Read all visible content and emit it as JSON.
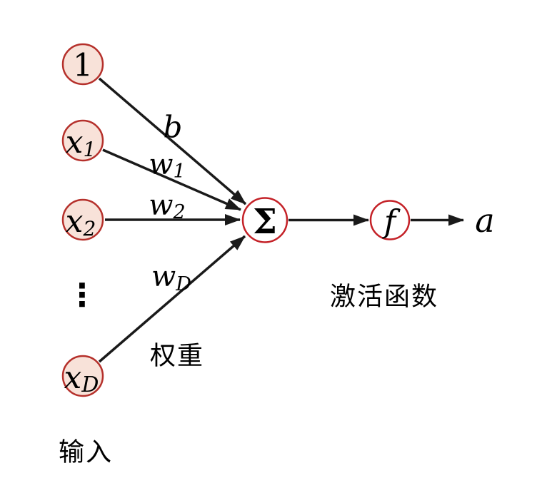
{
  "diagram": {
    "nodes": {
      "bias": {
        "label": "1"
      },
      "x1": {
        "base": "x",
        "sub": "1"
      },
      "x2": {
        "base": "x",
        "sub": "2"
      },
      "xD": {
        "base": "x",
        "sub": "D"
      },
      "sum": {
        "label": "Σ"
      },
      "activation": {
        "label": "f"
      }
    },
    "edge_labels": {
      "bias": {
        "label": "b"
      },
      "w1": {
        "base": "w",
        "sub": "1"
      },
      "w2": {
        "base": "w",
        "sub": "2"
      },
      "wD": {
        "base": "w",
        "sub": "D"
      }
    },
    "output": {
      "label": "a"
    },
    "ellipsis": "⋮",
    "captions": {
      "inputs": "输入",
      "weights": "权重",
      "activation": "激活函数"
    },
    "colors": {
      "input_node_fill": "#f8e2d9",
      "input_node_stroke": "#b5302b",
      "op_node_fill": "#ffffff",
      "op_node_stroke": "#c42127",
      "edge": "#1a1a1a",
      "text": "#000000",
      "background": "#ffffff"
    }
  }
}
